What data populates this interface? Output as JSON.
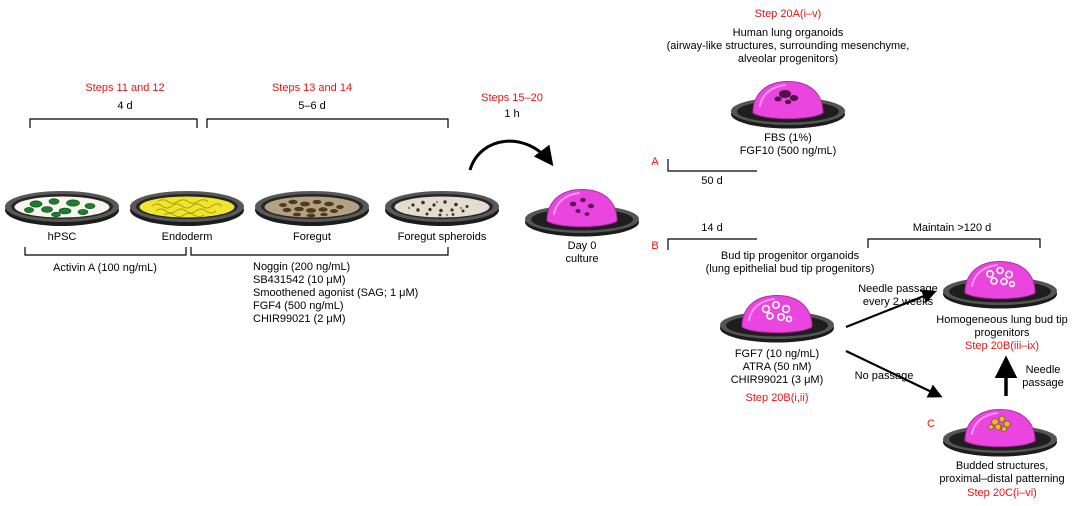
{
  "colors": {
    "accent_red": "#ee1111",
    "organoid_magenta": "#ea46df",
    "endoderm_yellow": "#f0e832",
    "colony_green": "#1e7d2c",
    "budded_yellow": "#e8b63a"
  },
  "icons": {
    "flat_dishes": [
      "petri-dish-hpsc",
      "petri-dish-endoderm",
      "petri-dish-foregut",
      "petri-dish-foregut-spheroids"
    ],
    "dome_dishes": [
      "petri-dish-day0",
      "petri-dish-lung-organoids",
      "petri-dish-bud-tip",
      "petri-dish-homogeneous",
      "petri-dish-budded"
    ],
    "arrows": [
      "curved-transfer-arrow",
      "needle-passage-arrow",
      "no-passage-arrow",
      "vertical-needle-passage-arrow"
    ]
  },
  "stage1": {
    "step_label": "Steps 11 and 12",
    "duration": "4 d"
  },
  "stage2": {
    "step_label": "Steps 13 and 14",
    "duration": "5–6 d"
  },
  "dishes": {
    "hpsc": "hPSC",
    "endoderm": "Endoderm",
    "foregut": "Foregut",
    "spheroids": "Foregut spheroids"
  },
  "treatments": {
    "activin": "Activin A (100 ng/mL)",
    "foregut_factors": [
      "Noggin (200 ng/mL)",
      "SB431542 (10 μM)",
      "Smoothened agonist (SAG; 1 μM)",
      "FGF4 (500 ng/mL)",
      "CHIR99021 (2 μM)"
    ]
  },
  "transition": {
    "step_label": "Steps 15–20",
    "duration": "1 h"
  },
  "day0": {
    "label_line1": "Day 0",
    "label_line2": "culture"
  },
  "branch_a": {
    "marker": "A",
    "duration": "50 d",
    "step_label": "Step 20A(i–v)",
    "title": "Human lung organoids",
    "desc_line1": "(airway-like structures, surrounding mesenchyme,",
    "desc_line2": "alveolar progenitors)",
    "factors": [
      "FBS (1%)",
      "FGF10 (500 ng/mL)"
    ]
  },
  "branch_b": {
    "marker": "B",
    "duration": "14 d",
    "maintain_label": "Maintain >120 d",
    "title": "Bud tip progenitor organoids",
    "desc": "(lung epithelial bud tip progenitors)",
    "factors": [
      "FGF7 (10 ng/mL)",
      "ATRA (50 nM)",
      "CHIR99021 (3 μM)"
    ],
    "step_label": "Step 20B(i,ii)",
    "needle_passage_line1": "Needle passage",
    "needle_passage_line2": "every 2 weeks",
    "homogeneous_title_line1": "Homogeneous lung bud tip",
    "homogeneous_title_line2": "progenitors",
    "homogeneous_step_label": "Step 20B(iii–ix)",
    "no_passage_label": "No passage",
    "vertical_passage_line1": "Needle",
    "vertical_passage_line2": "passage"
  },
  "branch_c": {
    "marker": "C",
    "title_line1": "Budded structures,",
    "title_line2": "proximal–distal patterning",
    "step_label": "Step 20C(i–vi)"
  }
}
